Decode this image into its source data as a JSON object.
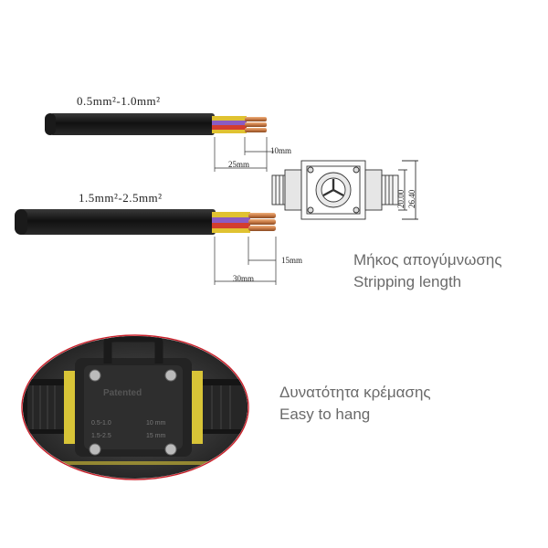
{
  "cable_small": {
    "range_label": "0.5mm²-1.0mm²",
    "strip_length": "25mm",
    "core_strip": "10mm"
  },
  "cable_large": {
    "range_label": "1.5mm²-2.5mm²",
    "strip_length": "30mm",
    "core_strip": "15mm"
  },
  "connector_drawing": {
    "height_inner": "20.00",
    "height_outer": "26.40"
  },
  "section_stripping": {
    "caption_greek": "Μήκος απογύμνωσης",
    "caption_english": "Stripping length"
  },
  "section_hanging": {
    "caption_greek": "Δυνατότητα κρέμασης",
    "caption_english": "Easy to hang"
  },
  "product_photo": {
    "embossed_text": "Patented",
    "rating_row_1": "0.5-1.0",
    "rating_row_2": "1.5-2.5",
    "rating_len_1": "10 mm",
    "rating_len_2": "15 mm"
  },
  "colors": {
    "jacket": "#1c1c1c",
    "copper": "#c87a45",
    "yellow_band": "#d8c437",
    "accent_red": "#c8202a"
  }
}
